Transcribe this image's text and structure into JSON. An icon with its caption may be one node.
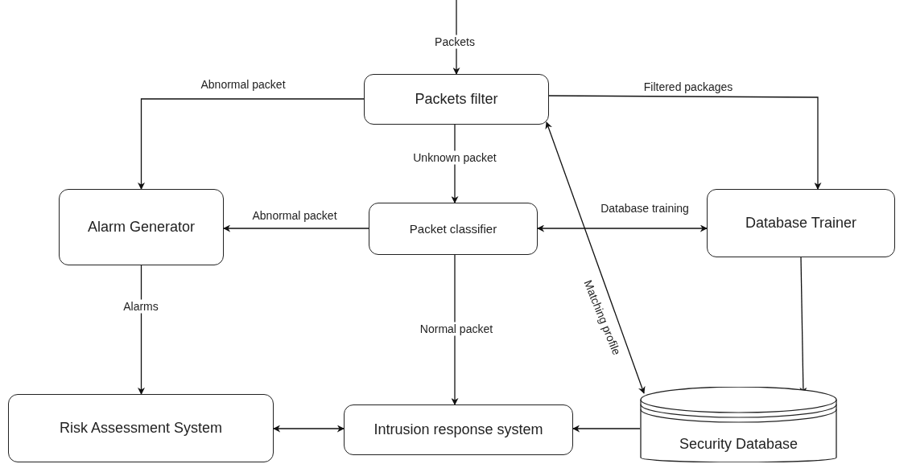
{
  "diagram": {
    "nodes": [
      {
        "text": [
          "Packets filter"
        ]
      },
      {
        "text": [
          "Alarm Generator"
        ]
      },
      {
        "text": [
          "Packet classifier"
        ]
      },
      {
        "text": [
          "Database Trainer"
        ]
      },
      {
        "text": [
          "Risk Assessment System"
        ]
      },
      {
        "text": [
          "Intrusion response system"
        ]
      },
      {
        "text": [
          "Security Database"
        ]
      }
    ],
    "edges": [
      {
        "from": null,
        "to": 0,
        "arrow": "to",
        "label": "Packets"
      },
      {
        "from": 0,
        "to": 1,
        "arrow": "to",
        "label": "Abnormal packet"
      },
      {
        "from": 0,
        "to": 3,
        "arrow": "to",
        "label": "Filtered packages"
      },
      {
        "from": 0,
        "to": 2,
        "arrow": "to",
        "label": "Unknown packet"
      },
      {
        "from": 2,
        "to": 1,
        "arrow": "to",
        "label": "Abnormal packet"
      },
      {
        "from": 2,
        "to": 3,
        "arrow": "both",
        "label": "Database training"
      },
      {
        "from": 6,
        "to": 0,
        "arrow": "both",
        "label": "Matching profile"
      },
      {
        "from": 1,
        "to": 4,
        "arrow": "to",
        "label": "Alarms"
      },
      {
        "from": 2,
        "to": 5,
        "arrow": "to",
        "label": "Normal packet"
      },
      {
        "from": 4,
        "to": 5,
        "arrow": "both"
      },
      {
        "from": 3,
        "to": 6,
        "arrow": "to"
      },
      {
        "from": 6,
        "to": 5,
        "arrow": "to"
      }
    ]
  }
}
